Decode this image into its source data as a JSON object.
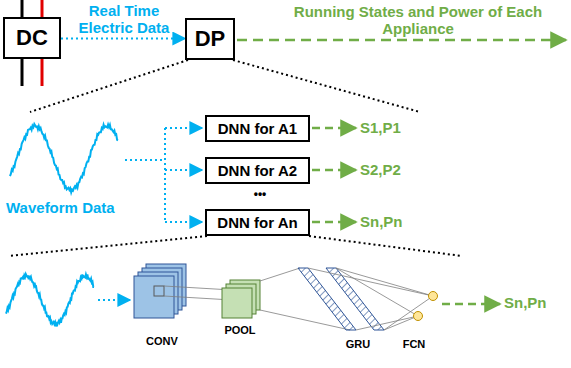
{
  "diagram": {
    "nodes": [
      {
        "text": [
          "DC"
        ]
      },
      {
        "text": [
          "DP"
        ]
      },
      {
        "text": [
          "DNN for A1"
        ]
      },
      {
        "text": [
          "DNN for A2"
        ]
      },
      {
        "text": [
          "DNN for An"
        ]
      }
    ],
    "edges": [
      {
        "from": 0,
        "to": 1,
        "arrow": "to",
        "label": "Real Time Electric Data"
      }
    ],
    "labels": [
      "Running States and Power of Each Appliance",
      "Waveform Data",
      "•••",
      "S1,P1",
      "S2,P2",
      "Sn,Pn",
      "CONV",
      "POOL",
      "GRU",
      "FCN",
      "Sn,Pn"
    ]
  }
}
